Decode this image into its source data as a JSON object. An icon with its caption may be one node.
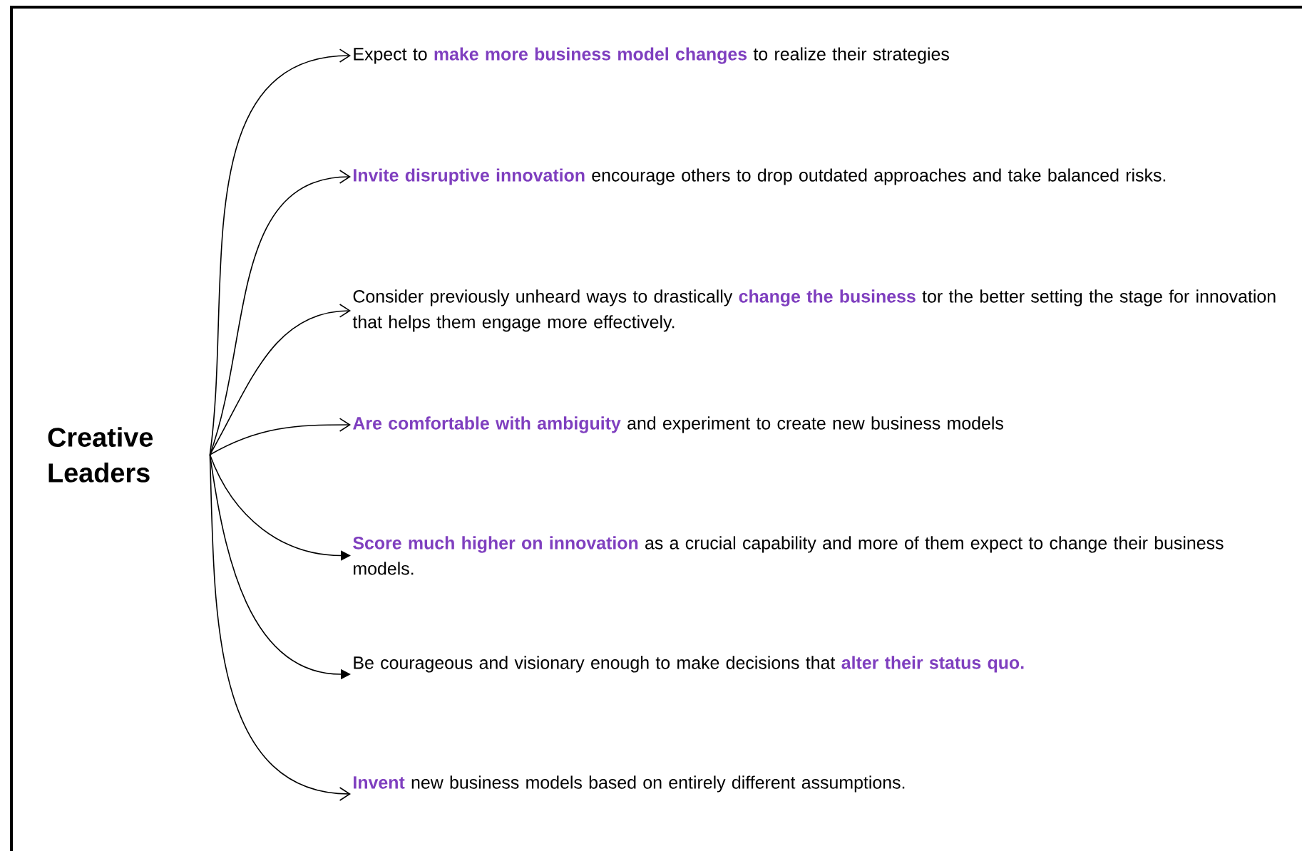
{
  "diagram": {
    "nodes": [
      {
        "text": [
          "Creative Leaders"
        ]
      },
      {
        "text": [
          "Expect to **make more business model changes** to realize their strategies"
        ]
      },
      {
        "text": [
          "**Invite disruptive innovation** encourage others to drop outdated approaches and take balanced risks."
        ]
      },
      {
        "text": [
          "Consider previously unheard ways to drastically **change the business** tor the better setting the stage for innovation that helps them engage more effectively."
        ]
      },
      {
        "text": [
          "**Are comfortable with ambiguity** and experiment to create new business models"
        ]
      },
      {
        "text": [
          "**Score much higher on innovation** as a crucial capability and more of them expect to change their business models."
        ]
      },
      {
        "text": [
          "Be courageous and visionary enough to make decisions that **alter their status quo.**"
        ]
      },
      {
        "text": [
          "**Invent** new business models based on entirely different assumptions."
        ]
      }
    ],
    "edges": [
      {
        "from": 0,
        "to": 1,
        "arrow": "to"
      },
      {
        "from": 0,
        "to": 2,
        "arrow": "to"
      },
      {
        "from": 0,
        "to": 3,
        "arrow": "to"
      },
      {
        "from": 0,
        "to": 4,
        "arrow": "to"
      },
      {
        "from": 0,
        "to": 5,
        "arrow": "to"
      },
      {
        "from": 0,
        "to": 6,
        "arrow": "to"
      },
      {
        "from": 0,
        "to": 7,
        "arrow": "to"
      }
    ]
  }
}
